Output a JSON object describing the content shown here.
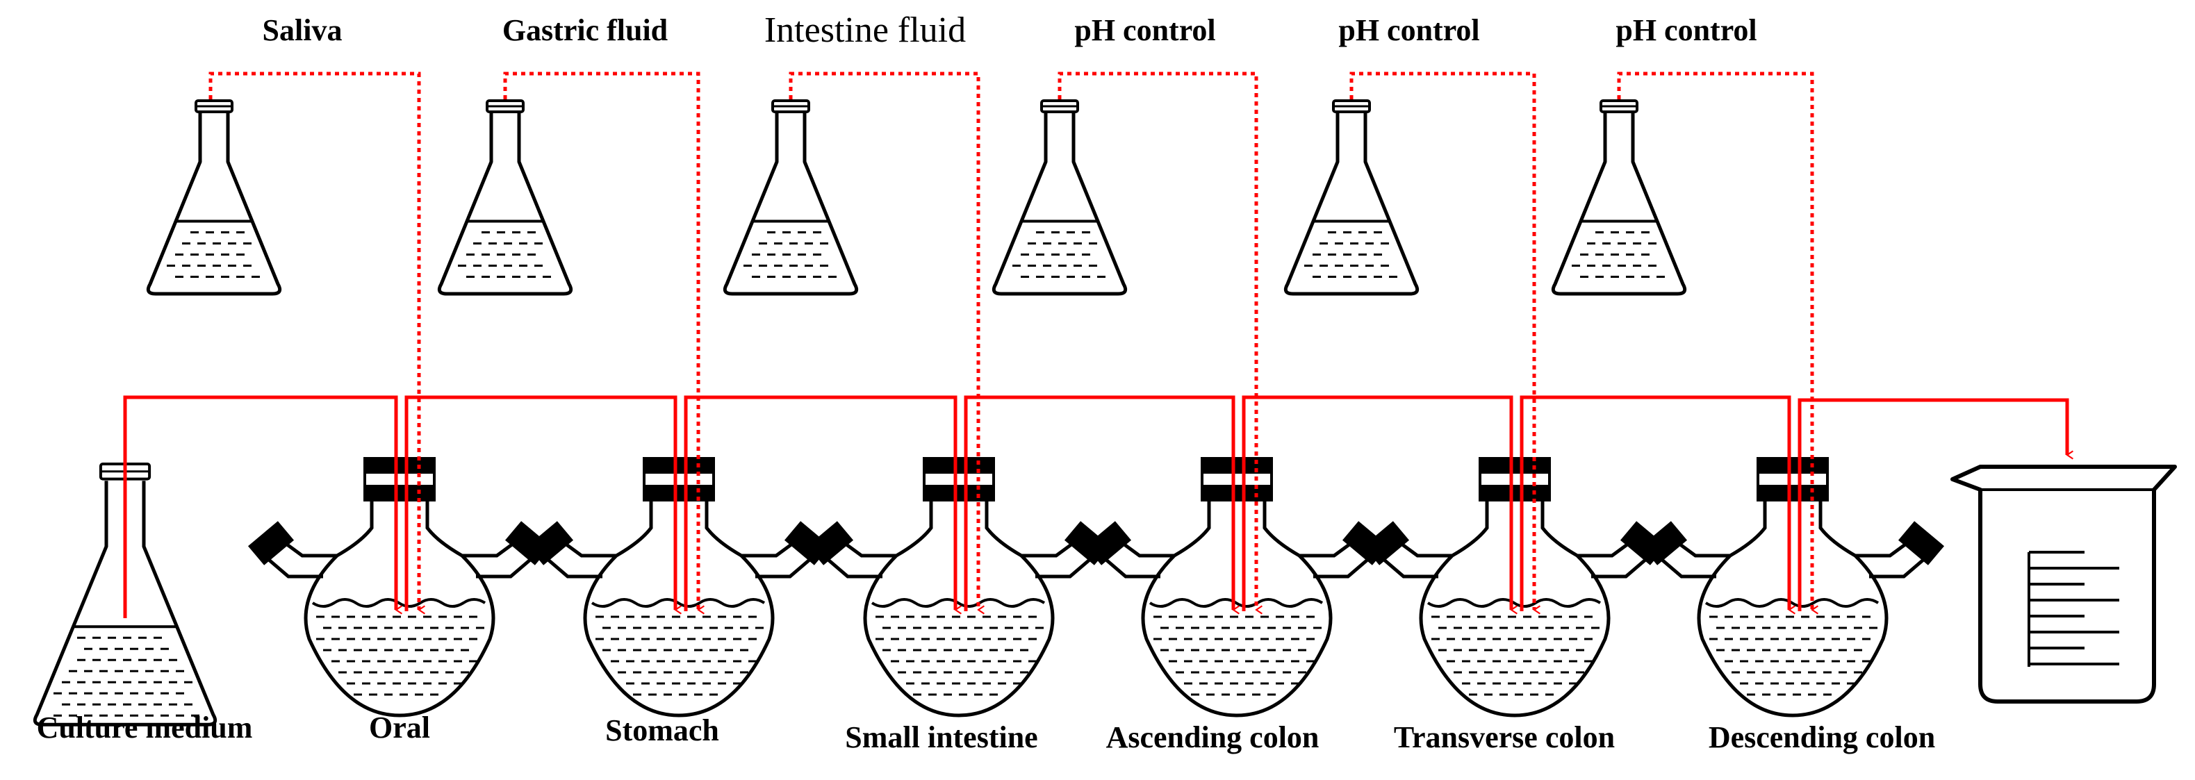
{
  "diagram": {
    "reservoirs": [
      {
        "id": "saliva",
        "label": "Saliva"
      },
      {
        "id": "gastric",
        "label": "Gastric fluid"
      },
      {
        "id": "intestine",
        "label": "Intestine fluid"
      },
      {
        "id": "ph1",
        "label": "pH control"
      },
      {
        "id": "ph2",
        "label": "pH control"
      },
      {
        "id": "ph3",
        "label": "pH control"
      }
    ],
    "source": {
      "label": "Culture medium"
    },
    "stages": [
      {
        "id": "oral",
        "label": "Oral"
      },
      {
        "id": "stomach",
        "label": "Stomach"
      },
      {
        "id": "small-intestine",
        "label": "Small intestine"
      },
      {
        "id": "ascending-colon",
        "label": "Ascending colon"
      },
      {
        "id": "transverse-colon",
        "label": "Transverse colon"
      },
      {
        "id": "descending-colon",
        "label": "Descending colon"
      }
    ],
    "colors": {
      "flow": "#ff0000",
      "outline": "#000000",
      "background": "#ffffff"
    }
  }
}
